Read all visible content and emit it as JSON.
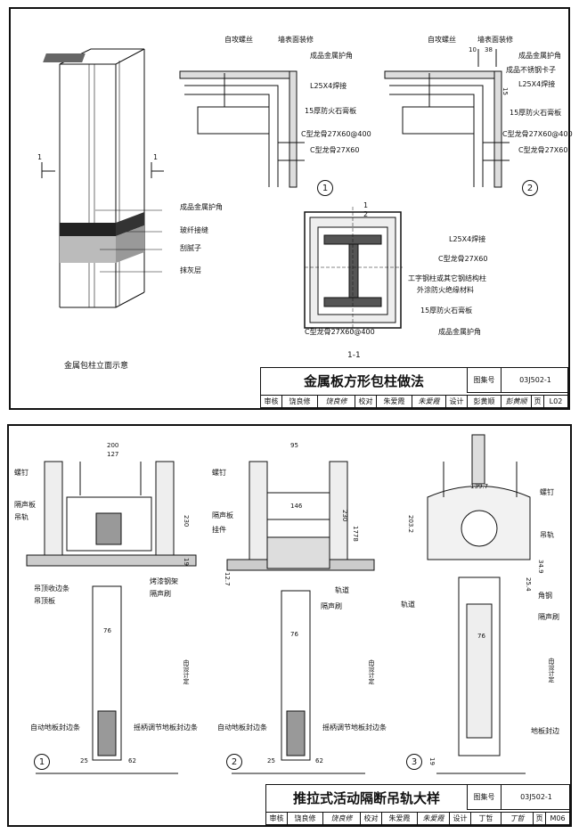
{
  "sheet1": {
    "elevation": {
      "labels": [
        "成品金属护角",
        "玻纤接缝",
        "刮腻子",
        "抹灰层"
      ],
      "section_mark": "1",
      "caption": "金属包柱立面示意"
    },
    "detail1": {
      "labels": [
        "自攻螺丝",
        "墙表面装修",
        "成品金属护角",
        "L25X4焊接",
        "15厚防火石膏板",
        "C型龙骨27X60@400",
        "C型龙骨27X60"
      ],
      "number": "1"
    },
    "detail2": {
      "labels": [
        "自攻螺丝",
        "墙表面装修",
        "成品金属护角",
        "成品不锈钢卡子",
        "L25X4焊接",
        "15厚防火石膏板",
        "C型龙骨27X60@400",
        "C型龙骨27X60"
      ],
      "dims": [
        "10",
        "38",
        "15"
      ],
      "number": "2"
    },
    "section11": {
      "labels": [
        "L25X4焊接",
        "C型龙骨27X60",
        "工字钢柱或其它钢结构柱",
        "外涂防火绝缘材料",
        "15厚防火石膏板",
        "C型龙骨27X60@400",
        "成品金属护角"
      ],
      "callout_top": "1",
      "callout_bottom": "2",
      "caption": "1-1"
    },
    "title_block": {
      "title": "金属板方形包柱做法",
      "atlas_label": "图集号",
      "atlas_no": "03J502-1",
      "review": "审核",
      "reviewer": "饶良修",
      "reviewer_sig": "饶良修",
      "check": "校对",
      "checker": "朱爱霞",
      "checker_sig": "朱爱霞",
      "design": "设计",
      "designer": "彭黄顺",
      "designer_sig": "彭黄顺",
      "page_label": "页",
      "page_no": "L02"
    }
  },
  "sheet2": {
    "d1": {
      "dims": [
        "200",
        "127",
        "230",
        "19",
        "76"
      ],
      "labels": [
        "螺钉",
        "隔声板",
        "吊轨",
        "吊顶收边条",
        "吊顶板",
        "烤漆钢架",
        "隔声刷",
        "自动地板封边条",
        "摇柄调节地板封边条",
        "由设计定"
      ],
      "bottom_dims": [
        "25",
        "62"
      ],
      "number": "1"
    },
    "d2": {
      "dims": [
        "95",
        "146",
        "230",
        "1778",
        "12.7",
        "76"
      ],
      "labels": [
        "螺钉",
        "隔声板",
        "挂件",
        "轨道",
        "隔声刷",
        "自动地板封边条",
        "摇柄调节地板封边条",
        "由设计定"
      ],
      "bottom_dims": [
        "25",
        "62"
      ],
      "number": "2"
    },
    "d3": {
      "dims": [
        "139.7",
        "203.2",
        "34.9",
        "25.4",
        "76",
        "19"
      ],
      "labels": [
        "螺钉",
        "吊轨",
        "轨道",
        "角钢",
        "隔声刷",
        "地板封边",
        "由设计定"
      ],
      "number": "3"
    },
    "title_block": {
      "title": "推拉式活动隔断吊轨大样",
      "atlas_label": "图集号",
      "atlas_no": "03J502-1",
      "review": "审核",
      "reviewer": "饶良修",
      "reviewer_sig": "饶良修",
      "check": "校对",
      "checker": "朱爱霞",
      "checker_sig": "朱爱霞",
      "design": "设计",
      "designer": "丁哲",
      "designer_sig": "丁哲",
      "page_label": "页",
      "page_no": "M06"
    }
  }
}
